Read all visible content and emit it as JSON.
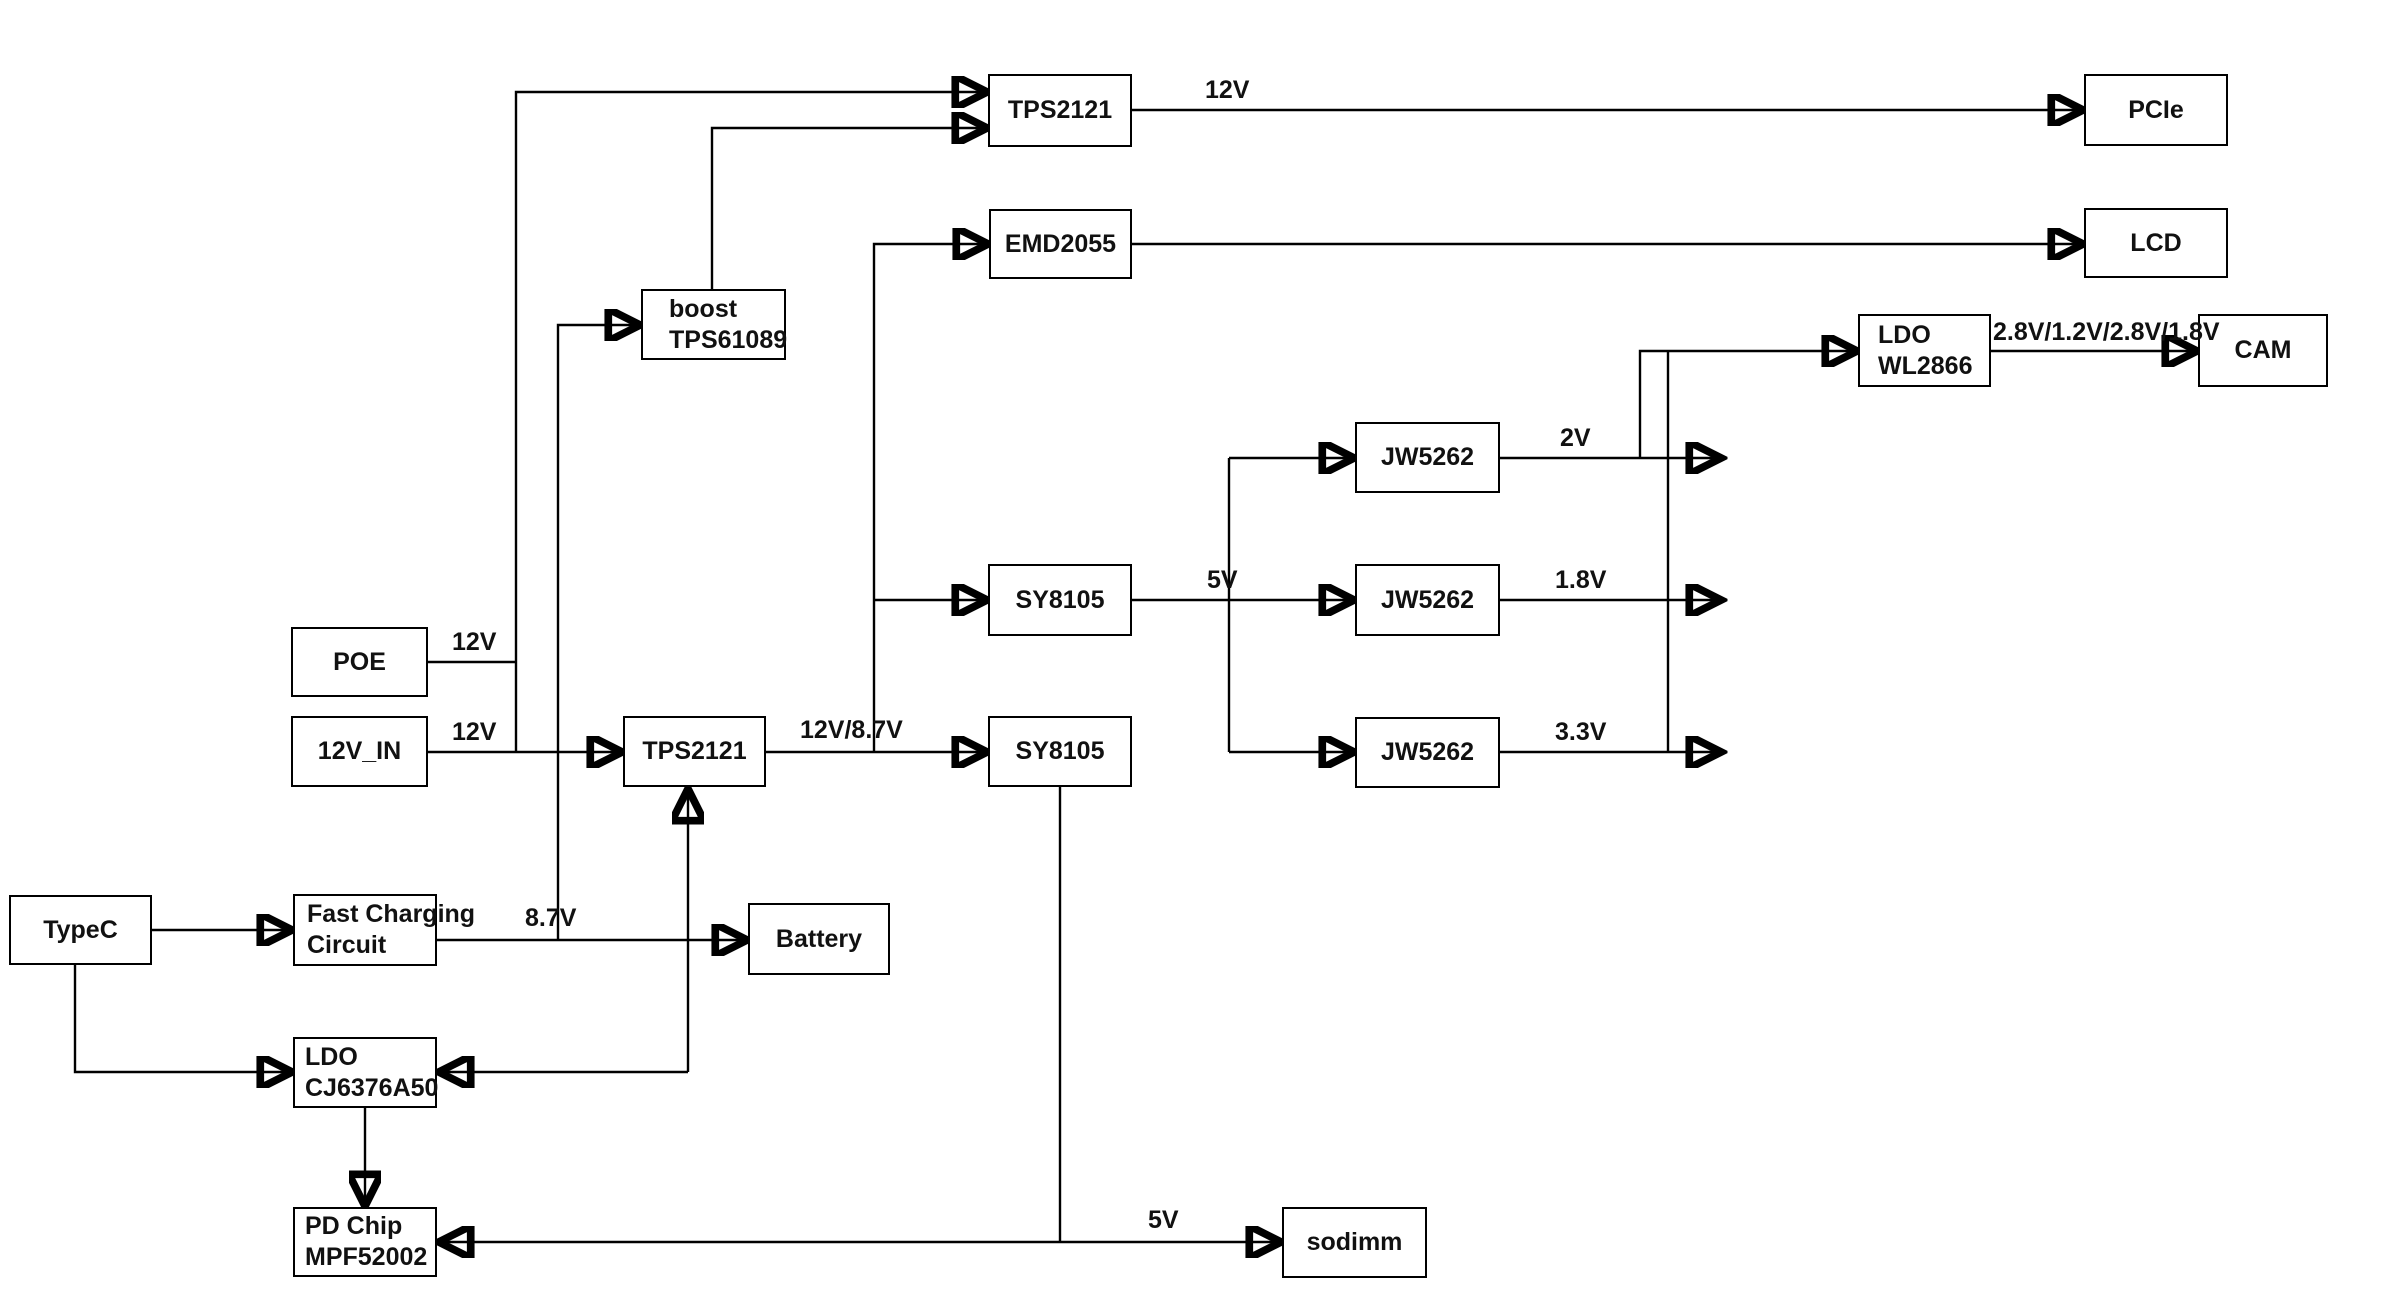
{
  "diagram": {
    "blocks": {
      "tps2121_top": {
        "label": "TPS2121"
      },
      "pcie": {
        "label": "PCIe"
      },
      "emd2055": {
        "label": "EMD2055"
      },
      "lcd": {
        "label": "LCD"
      },
      "boost_tps61089": {
        "lines": [
          "boost",
          "TPS61089"
        ]
      },
      "ldo_wl2866": {
        "lines": [
          "LDO",
          "WL2866"
        ]
      },
      "cam": {
        "label": "CAM"
      },
      "jw5262_a": {
        "label": "JW5262"
      },
      "jw5262_b": {
        "label": "JW5262"
      },
      "jw5262_c": {
        "label": "JW5262"
      },
      "sy8105_a": {
        "label": "SY8105"
      },
      "sy8105_b": {
        "label": "SY8105"
      },
      "poe": {
        "label": "POE"
      },
      "v12_in": {
        "label": "12V_IN"
      },
      "tps2121_mid": {
        "label": "TPS2121"
      },
      "typec": {
        "label": "TypeC"
      },
      "fast_charging": {
        "lines": [
          "Fast Charging",
          "Circuit"
        ]
      },
      "battery": {
        "label": "Battery"
      },
      "ldo_cj6376a50": {
        "lines": [
          "LDO",
          "CJ6376A50"
        ]
      },
      "pd_chip": {
        "lines": [
          "PD Chip",
          "MPF52002"
        ]
      },
      "sodimm": {
        "label": "sodimm"
      }
    },
    "wire_labels": {
      "pcie_12v": "12V",
      "poe_12v": "12V",
      "in_12v": "12V",
      "mid_rail": "12V/8.7V",
      "charge_87v": "8.7V",
      "rail_5v": "5V",
      "out_2v": "2V",
      "out_18v": "1.8V",
      "out_33v": "3.3V",
      "cam_rails": "2.8V/1.2V/2.8V/1.8V",
      "sodimm_5v": "5V"
    },
    "colors": {
      "line": "#000000",
      "background": "#ffffff",
      "box_border": "#000000",
      "text": "#111111"
    }
  }
}
